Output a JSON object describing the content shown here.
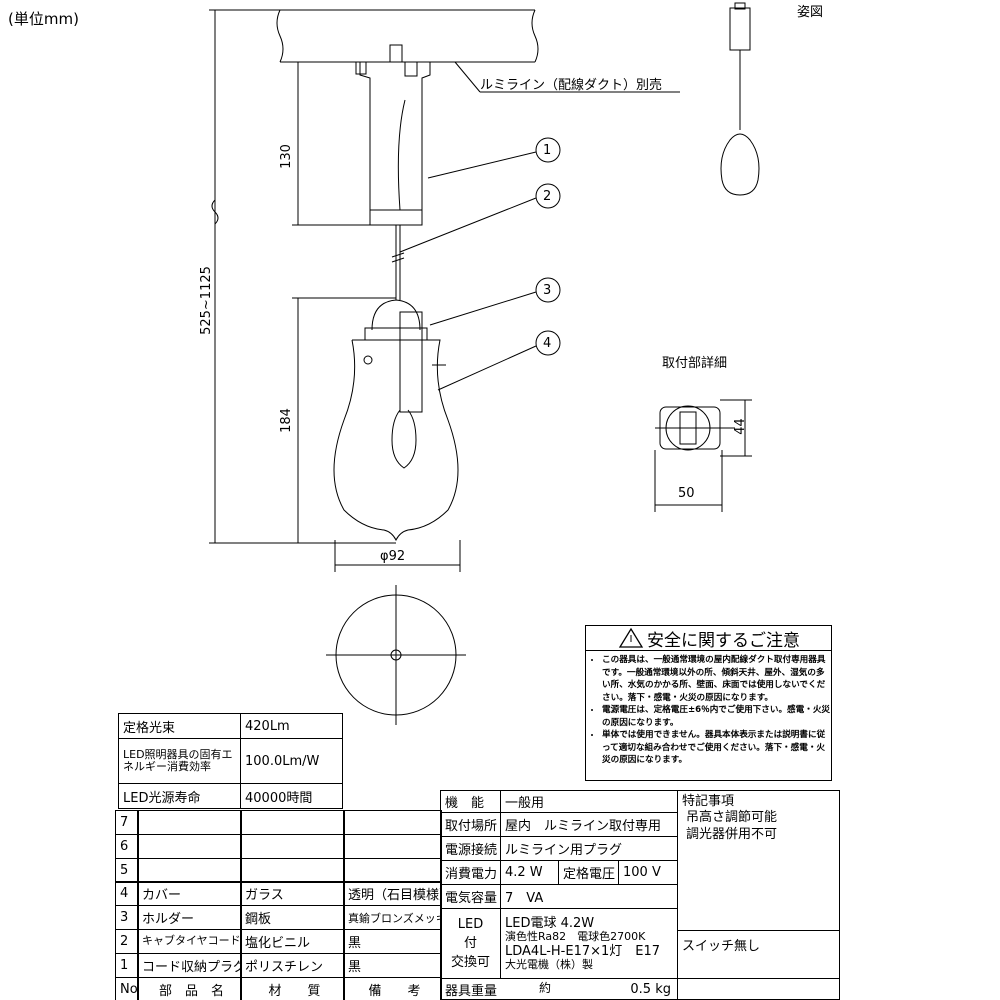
{
  "unit_label": "(単位mm)",
  "view_label": "姿図",
  "duct_label": "ルミライン（配線ダクト）別売",
  "detail_label": "取付部詳細",
  "callouts": [
    "1",
    "2",
    "3",
    "4"
  ],
  "dimensions": {
    "plug_height": "130",
    "total_height": "525~1125",
    "shade_height": "184",
    "shade_diameter": "φ92",
    "detail_height": "44",
    "detail_width": "50"
  },
  "safety": {
    "title": "安全に関するご注意",
    "items": [
      "この器具は、一般通常環境の屋内配線ダクト取付専用器具です。一般通常環境以外の所、傾斜天井、屋外、湿気の多い所、水気のかかる所、壁面、床面では使用しないでください。落下・感電・火災の原因になります。",
      "電源電圧は、定格電圧±6％内でご使用下さい。感電・火災の原因になります。",
      "単体では使用できません。器具本体表示または説明書に従って適切な組み合わせでご使用ください。落下・感電・火災の原因になります。"
    ]
  },
  "rated": [
    {
      "label": "定格光束",
      "value": "420Lm"
    },
    {
      "label": "LED照明器具の固有エネルギー消費効率",
      "value": "100.0Lm/W"
    },
    {
      "label": "LED光源寿命",
      "value": "40000時間"
    }
  ],
  "parts": {
    "header": [
      "No",
      "部　品　名",
      "材　　質",
      "備　　考"
    ],
    "rows": [
      [
        "7",
        "",
        "",
        ""
      ],
      [
        "6",
        "",
        "",
        ""
      ],
      [
        "5",
        "",
        "",
        ""
      ],
      [
        "4",
        "カバー",
        "ガラス",
        "透明（石目模様）"
      ],
      [
        "3",
        "ホルダー",
        "鋼板",
        "真鍮ブロンズメッキ"
      ],
      [
        "2",
        "キャブタイヤコード",
        "塩化ビニル",
        "黒"
      ],
      [
        "1",
        "コード収納プラグ",
        "ポリスチレン",
        "黒"
      ]
    ]
  },
  "spec": {
    "function_label": "機　能",
    "function": "一般用",
    "location_label": "取付場所",
    "location": "屋内　ルミライン取付専用",
    "power_conn_label": "電源接続",
    "power_conn": "ルミライン用プラグ",
    "consumption_label": "消費電力",
    "consumption": "4.2 W",
    "rated_voltage_label": "定格電圧",
    "rated_voltage": "100 V",
    "capacity_label": "電気容量",
    "capacity": "7　VA",
    "led_label": [
      "LED",
      "付",
      "交換可"
    ],
    "led_lines": [
      "LED電球 4.2W",
      "演色性Ra82　電球色2700K",
      "LDA4L-H-E17×1灯　E17",
      "大光電機（株）製"
    ],
    "weight_label": "器具重量",
    "weight_prefix": "約",
    "weight": "0.5 kg",
    "notes_title": "特記事項",
    "notes": [
      "吊高さ調節可能",
      "調光器併用不可"
    ],
    "switch": "スイッチ無し"
  }
}
